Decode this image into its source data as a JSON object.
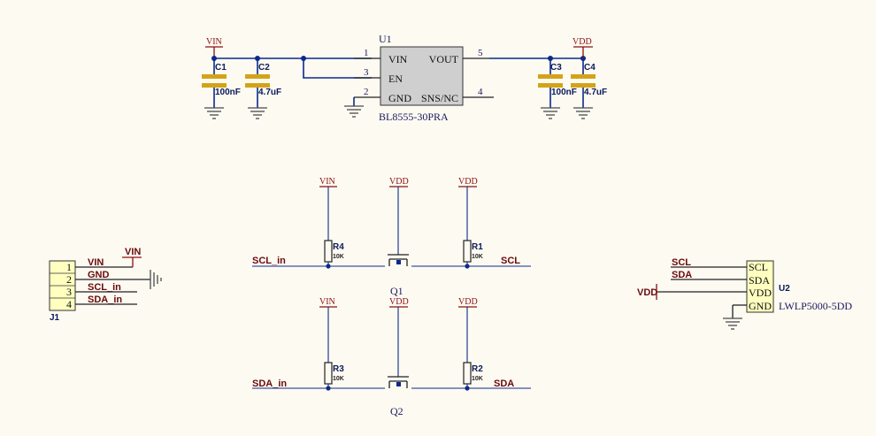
{
  "u1": {
    "designator": "U1",
    "part": "BL8555-30PRA",
    "pins": {
      "vin": "VIN",
      "en": "EN",
      "gnd": "GND",
      "vout": "VOUT",
      "sns": "SNS/NC"
    },
    "pin_numbers": {
      "vin": "1",
      "en": "3",
      "gnd": "2",
      "vout": "5",
      "sns": "4"
    }
  },
  "caps": {
    "c1": {
      "designator": "C1",
      "value": "100nF"
    },
    "c2": {
      "designator": "C2",
      "value": "4.7uF"
    },
    "c3": {
      "designator": "C3",
      "value": "100nF"
    },
    "c4": {
      "designator": "C4",
      "value": "4.7uF"
    }
  },
  "power": {
    "vin": "VIN",
    "vdd": "VDD"
  },
  "resistors": {
    "r1": {
      "designator": "R1",
      "value": "10K"
    },
    "r2": {
      "designator": "R2",
      "value": "10K"
    },
    "r3": {
      "designator": "R3",
      "value": "10K"
    },
    "r4": {
      "designator": "R4",
      "value": "10K"
    }
  },
  "mosfets": {
    "q1": "Q1",
    "q2": "Q2"
  },
  "nets": {
    "scl_in": "SCL_in",
    "sda_in": "SDA_in",
    "scl": "SCL",
    "sda": "SDA",
    "vdd": "VDD",
    "vin": "VIN",
    "gnd": "GND"
  },
  "j1": {
    "designator": "J1",
    "pins": [
      {
        "num": "1",
        "net": "VIN"
      },
      {
        "num": "2",
        "net": "GND"
      },
      {
        "num": "3",
        "net": "SCL_in"
      },
      {
        "num": "4",
        "net": "SDA_in"
      }
    ]
  },
  "u2": {
    "designator": "U2",
    "part": "LWLP5000-5DD",
    "pins": [
      "SCL",
      "SDA",
      "VDD",
      "GND"
    ]
  },
  "colors": {
    "wire": "#0a2a8a",
    "power": "#8a1010",
    "capacitor": "#d4a317",
    "ic_fill": "#cfcfcf",
    "connector_fill": "#ffffc0",
    "background": "#fdfaf2"
  }
}
